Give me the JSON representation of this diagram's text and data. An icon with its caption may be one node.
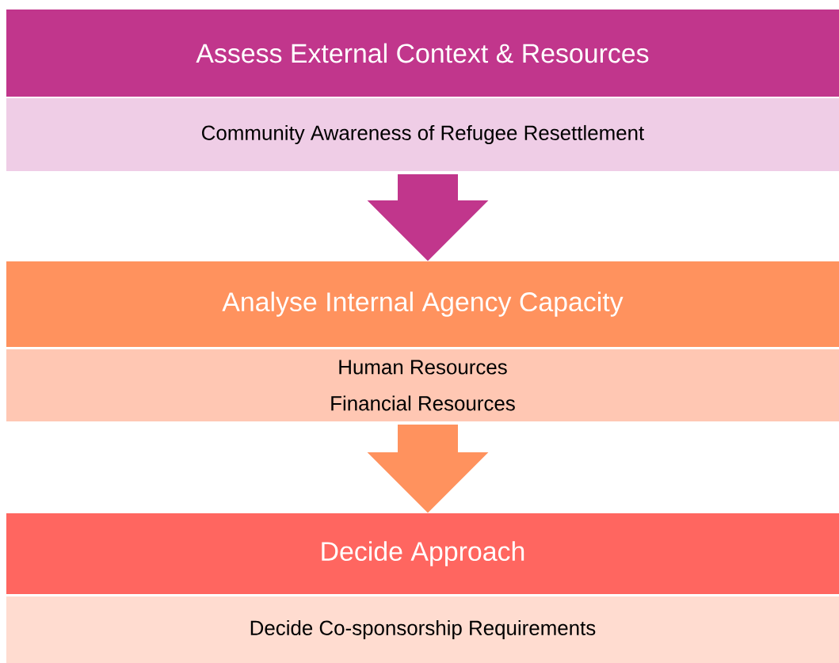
{
  "diagram": {
    "nodes": [
      {
        "text": [
          "Assess External Context & Resources"
        ]
      },
      {
        "text": [
          "Community Awareness of Refugee Resettlement"
        ]
      },
      {
        "text": [
          "Analyse Internal Agency Capacity"
        ]
      },
      {
        "text": [
          "Human Resources",
          "Financial Resources"
        ]
      },
      {
        "text": [
          "Decide Approach"
        ]
      },
      {
        "text": [
          "Decide Co-sponsorship Requirements"
        ]
      }
    ],
    "edges": [
      {
        "from": 1,
        "to": 2,
        "arrow": "to",
        "style": "thick",
        "color": "#c1368c"
      },
      {
        "from": 3,
        "to": 4,
        "arrow": "to",
        "style": "thick",
        "color": "#ff925e"
      }
    ]
  }
}
